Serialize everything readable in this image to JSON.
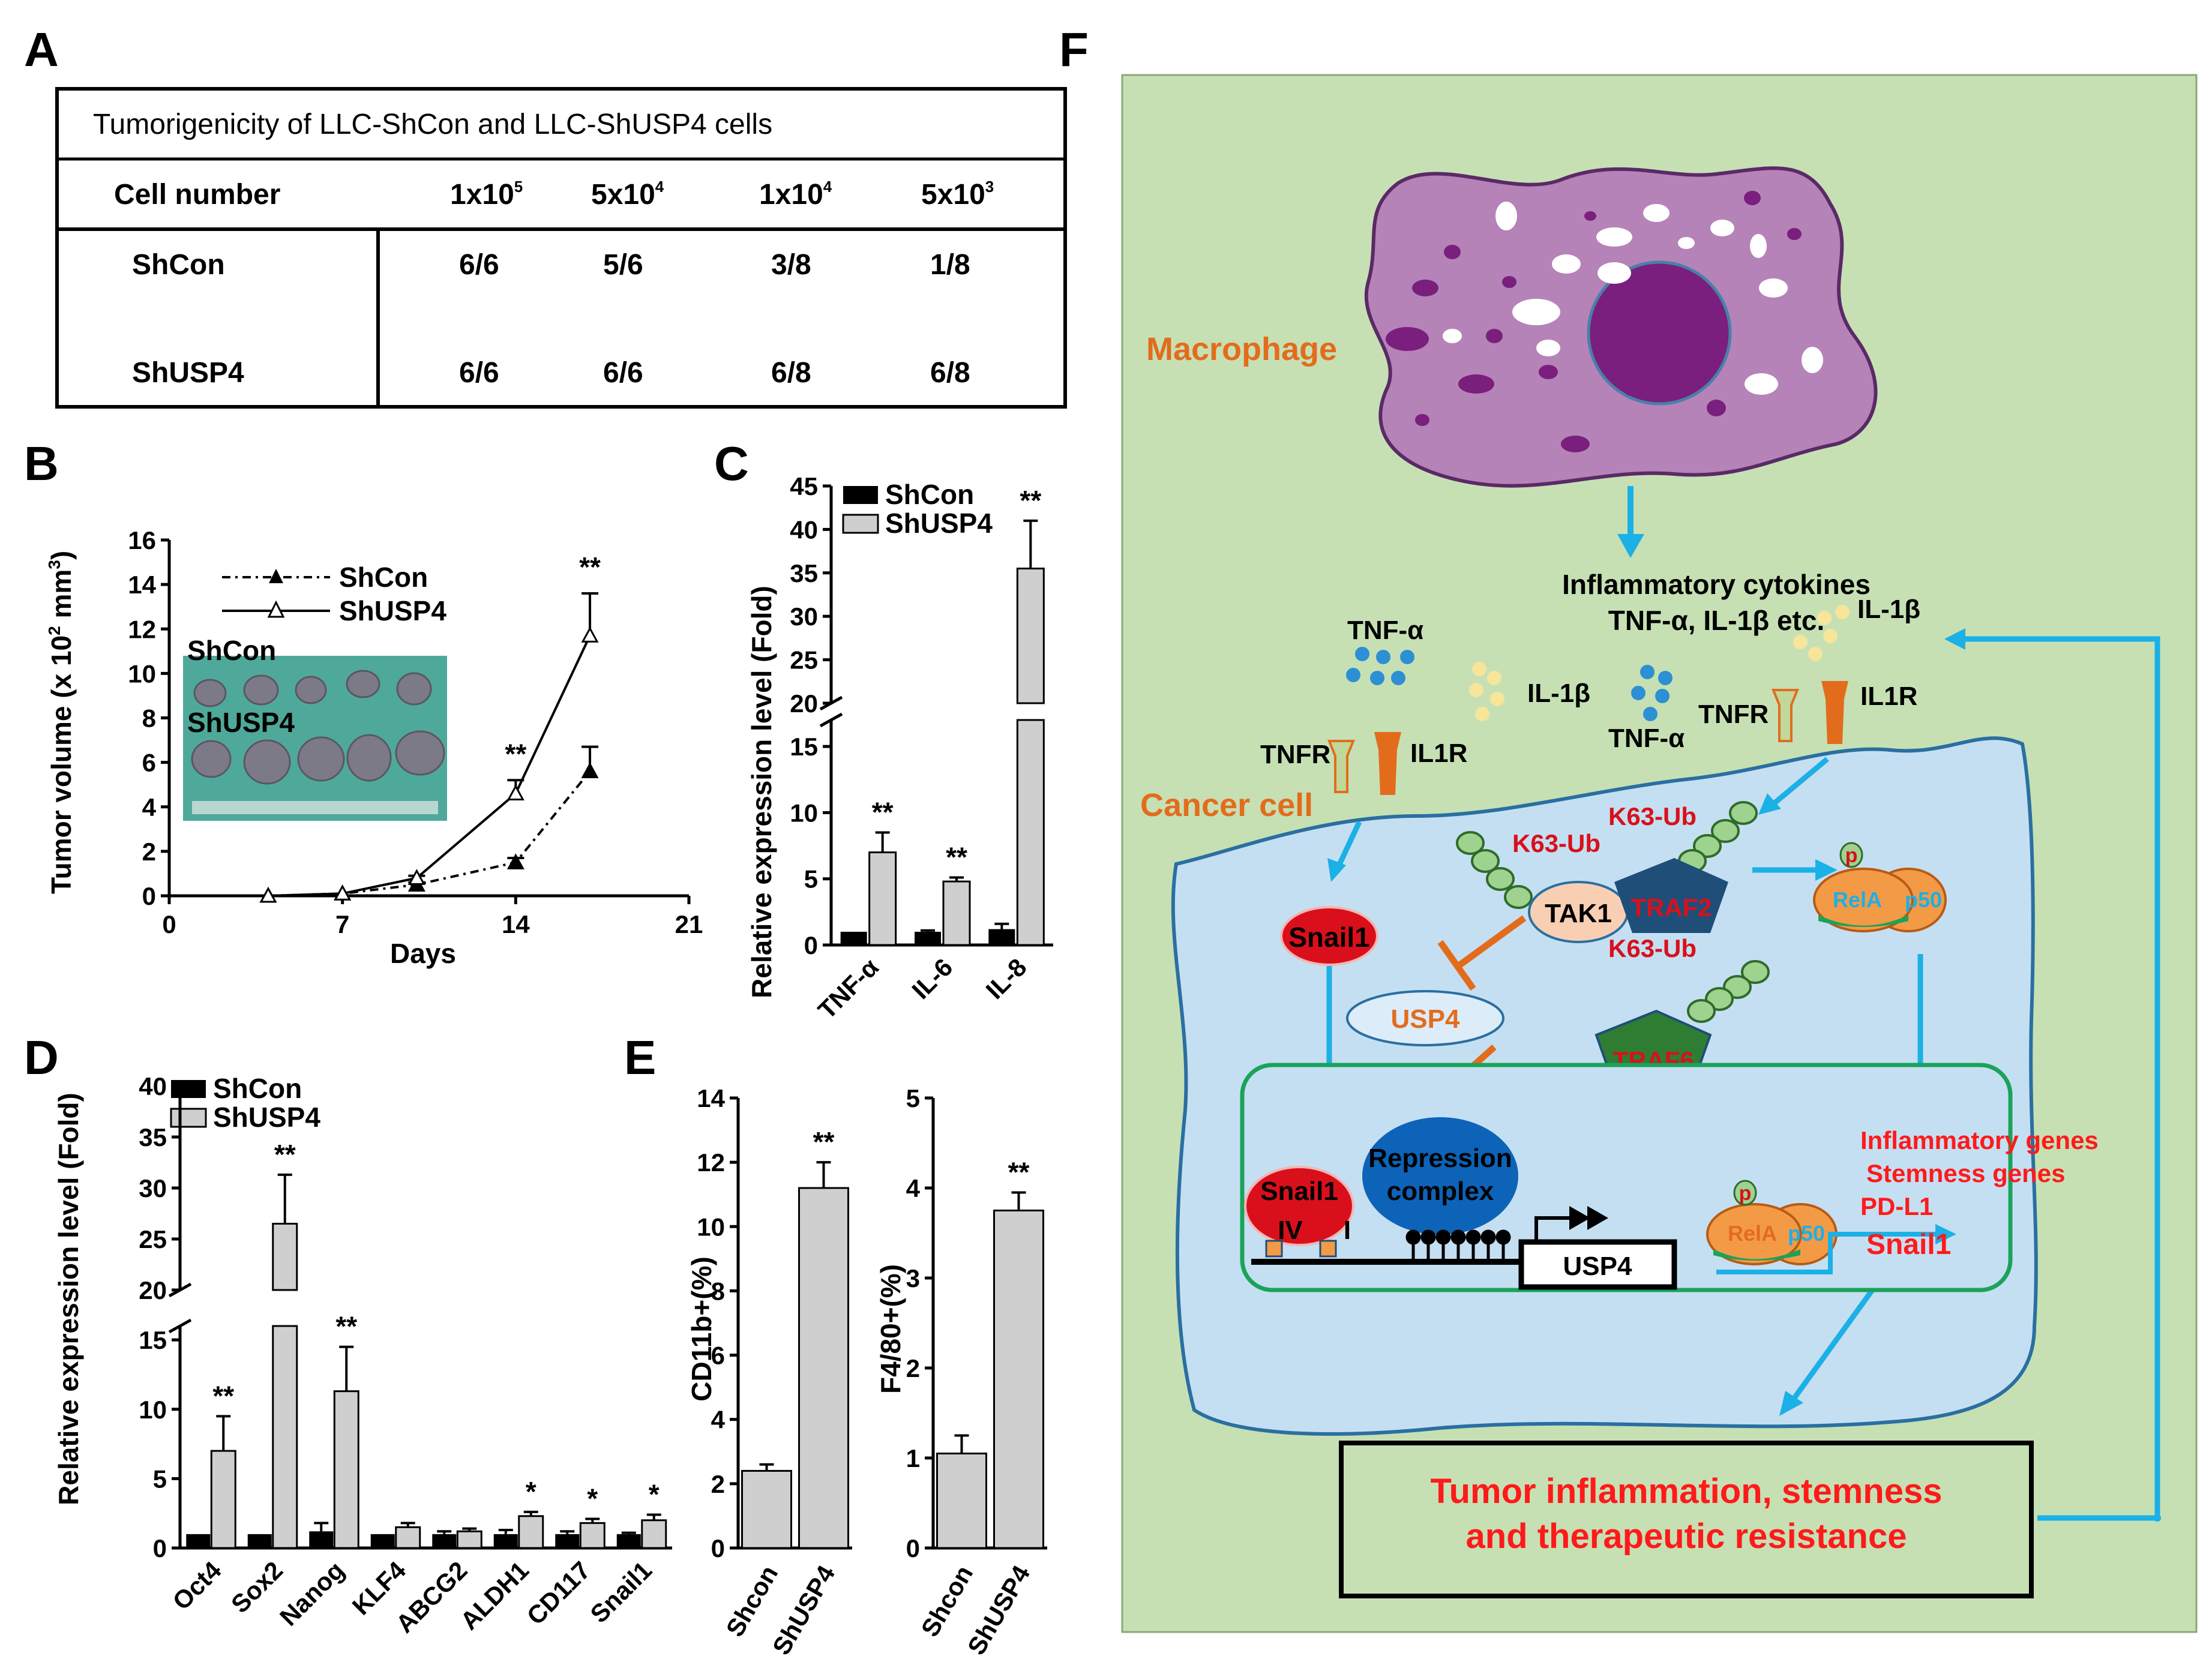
{
  "panels": {
    "A": "A",
    "B": "B",
    "C": "C",
    "D": "D",
    "E": "E",
    "F": "F"
  },
  "table": {
    "title": "Tumorigenicity of LLC-ShCon and  LLC-ShUSP4 cells",
    "header": [
      "Cell number",
      "1x10",
      "5x10",
      "1x10",
      "5x10"
    ],
    "header_sup": [
      "",
      "5",
      "4",
      "4",
      "3"
    ],
    "rows": [
      {
        "label": "ShCon",
        "values": [
          "6/6",
          "5/6",
          "3/8",
          "1/8"
        ]
      },
      {
        "label": "ShUSP4",
        "values": [
          "6/6",
          "6/6",
          "6/8",
          "6/8"
        ]
      }
    ]
  },
  "legend": {
    "shcon": "ShCon",
    "shusp4": "ShUSP4"
  },
  "photo": {
    "label1": "ShCon",
    "label2": "ShUSP4"
  },
  "chart_data": [
    {
      "panel": "B",
      "type": "line",
      "xlabel": "Days",
      "ylabel": "Tumor volume (x 10² mm³)",
      "xlim": [
        0,
        21
      ],
      "ylim": [
        0,
        16
      ],
      "xticks": [
        0,
        7,
        14,
        21
      ],
      "yticks": [
        0,
        2,
        4,
        6,
        8,
        10,
        12,
        14,
        16
      ],
      "series": [
        {
          "name": "ShCon",
          "x": [
            4,
            7,
            10,
            14,
            17
          ],
          "y": [
            0,
            0.1,
            0.5,
            1.5,
            5.6
          ],
          "err": [
            0,
            0,
            0.1,
            0.2,
            1.1
          ]
        },
        {
          "name": "ShUSP4",
          "x": [
            4,
            7,
            10,
            14,
            17
          ],
          "y": [
            0,
            0.1,
            0.8,
            4.6,
            11.7
          ],
          "err": [
            0,
            0,
            0.1,
            0.6,
            1.9
          ]
        }
      ],
      "annotations": [
        "**",
        "**"
      ]
    },
    {
      "panel": "C",
      "type": "bar",
      "categories": [
        "TNF-α",
        "IL-6",
        "IL-8"
      ],
      "ylabel": "Relative expression level (Fold)",
      "yticks": [
        0,
        5,
        10,
        15,
        20,
        25,
        30,
        35,
        40,
        45
      ],
      "series": [
        {
          "name": "ShCon",
          "values": [
            1,
            1,
            1.2
          ],
          "err": [
            0,
            0.1,
            0.4
          ]
        },
        {
          "name": "ShUSP4",
          "values": [
            7,
            4.8,
            35.5
          ],
          "err": [
            1.5,
            0.3,
            5.5
          ]
        }
      ],
      "stars": [
        "**",
        "**",
        "**"
      ]
    },
    {
      "panel": "D",
      "type": "bar",
      "categories": [
        "Oct4",
        "Sox2",
        "Nanog",
        "KLF4",
        "ABCG2",
        "ALDH1",
        "CD117",
        "Snail1"
      ],
      "ylabel": "Relative expression level (Fold)",
      "yticks": [
        0,
        5,
        10,
        15,
        20,
        25,
        30,
        35,
        40
      ],
      "series": [
        {
          "name": "ShCon",
          "values": [
            1,
            1,
            1.2,
            1,
            1,
            1,
            1,
            1
          ],
          "err": [
            0,
            0,
            0.6,
            0,
            0.2,
            0.3,
            0.2,
            0.1
          ]
        },
        {
          "name": "ShUSP4",
          "values": [
            7,
            26.5,
            11.3,
            1.5,
            1.2,
            2.3,
            1.8,
            2
          ],
          "err": [
            2.5,
            4.8,
            3.2,
            0.3,
            0.2,
            0.3,
            0.3,
            0.4
          ]
        }
      ],
      "stars": [
        "**",
        "**",
        "**",
        "",
        "",
        "*",
        "*",
        "*"
      ]
    },
    {
      "panel": "E1",
      "type": "bar",
      "categories": [
        "Shcon",
        "ShUSP4"
      ],
      "ylabel": "CD11b+(%)",
      "ylim": [
        0,
        14
      ],
      "yticks": [
        0,
        2,
        4,
        6,
        8,
        10,
        12,
        14
      ],
      "values": [
        2.4,
        11.2
      ],
      "err": [
        0.2,
        0.8
      ],
      "stars": [
        "",
        "**"
      ]
    },
    {
      "panel": "E2",
      "type": "bar",
      "categories": [
        "Shcon",
        "ShUSP4"
      ],
      "ylabel": "F4/80+(%)",
      "ylim": [
        0,
        5
      ],
      "yticks": [
        0,
        1,
        2,
        3,
        4,
        5
      ],
      "values": [
        1.05,
        3.75
      ],
      "err": [
        0.2,
        0.2
      ],
      "stars": [
        "",
        "**"
      ]
    }
  ],
  "diagram": {
    "macrophage": "Macrophage",
    "cytokines_line1": "Inflammatory cytokines",
    "cytokines_line2": "TNF-α, IL-1β etc.",
    "tnfa": "TNF-α",
    "il1b": "IL-1β",
    "tnfr": "TNFR",
    "il1r": "IL1R",
    "cancer_cell": "Cancer cell",
    "snail1": "Snail1",
    "tak1": "TAK1",
    "traf2": "TRAF2",
    "traf6": "TRAF6",
    "usp4": "USP4",
    "k63": "K63-Ub",
    "rela": "RelA",
    "p50": "p50",
    "p": "p",
    "repression_line1": "Repression",
    "repression_line2": "complex",
    "usp4_gene": "USP4",
    "iv": "IV",
    "i": "I",
    "targets": [
      "Inflammatory genes",
      "Stemness genes",
      "PD-L1",
      "Snail1"
    ],
    "outcome_line1": "Tumor inflammation,  stemness",
    "outcome_line2": "and therapeutic resistance"
  }
}
